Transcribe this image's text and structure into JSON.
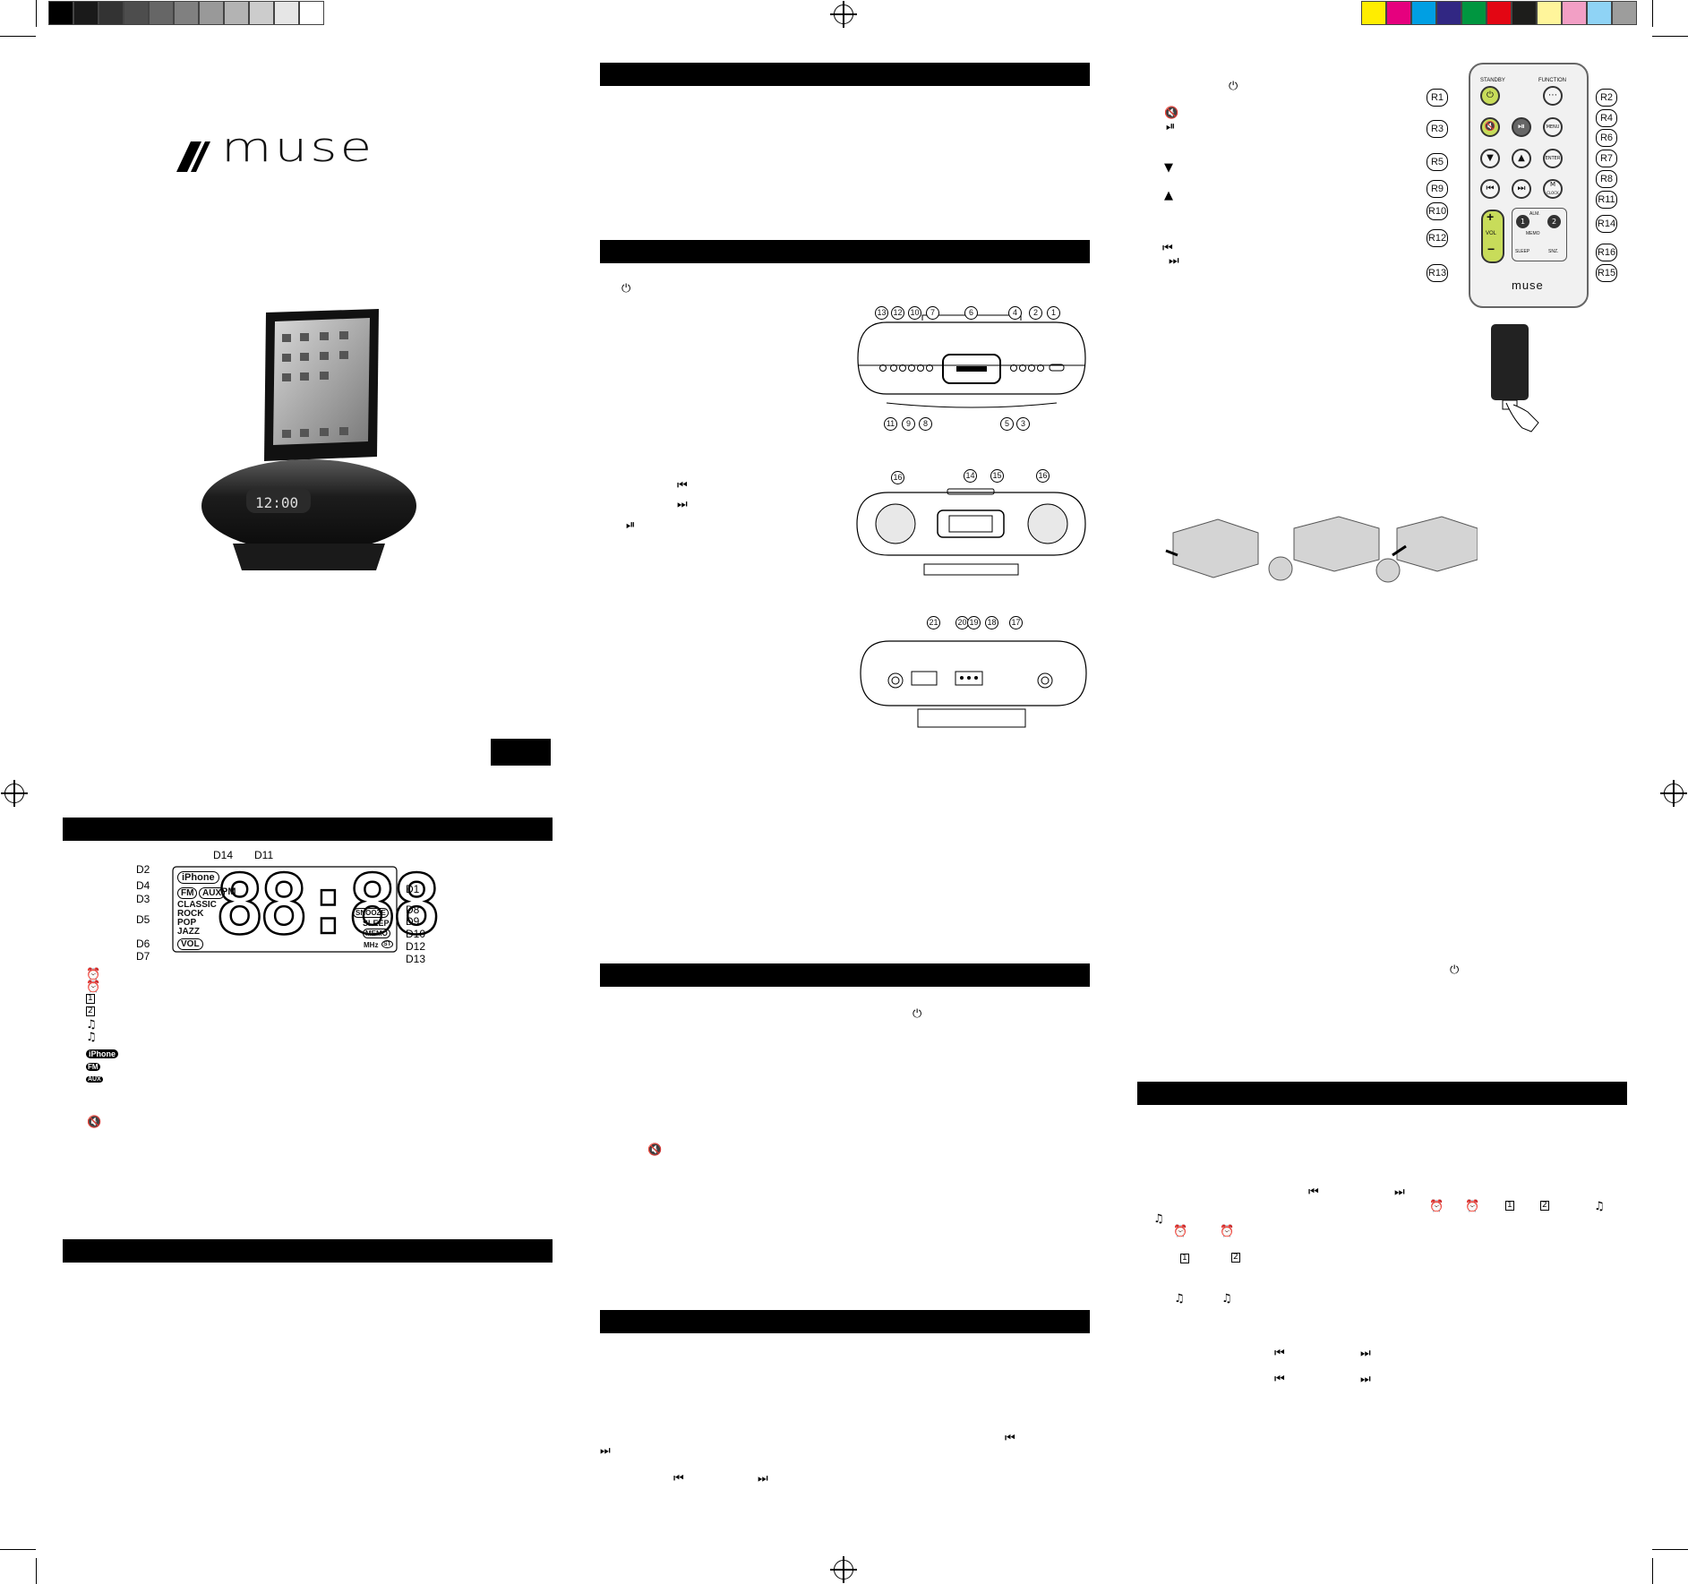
{
  "brand": {
    "logo_text": "muse"
  },
  "color_bars": {
    "gray": [
      "#000000",
      "#1a1a1a",
      "#333333",
      "#4d4d4d",
      "#666666",
      "#808080",
      "#999999",
      "#b3b3b3",
      "#cccccc",
      "#e6e6e6",
      "#ffffff"
    ],
    "cmyk": [
      "#ffed00",
      "#e6007e",
      "#009fe3",
      "#312783",
      "#009640",
      "#e30613",
      "#1d1d1b",
      "#fff59b",
      "#f29fc5",
      "#8fd3f5",
      "#9d9d9c"
    ]
  },
  "lcd": {
    "digits": "88:88",
    "pm": "PM",
    "labels": {
      "iphone": "iPhone",
      "fm": "FM",
      "aux": "AUX",
      "classic": "CLASSIC",
      "rock": "ROCK",
      "pop": "POP",
      "jazz": "JAZZ",
      "vol": "VOL",
      "snooze": "SNOOZE",
      "sleep": "SLEEP",
      "memo": "MEMO",
      "mhz": "MHz",
      "st": "ST"
    },
    "callouts": {
      "d1": "D1",
      "d2": "D2",
      "d3": "D3",
      "d4": "D4",
      "d5": "D5",
      "d6": "D6",
      "d7": "D7",
      "d8": "D8",
      "d9": "D9",
      "d10": "D10",
      "d11": "D11",
      "d12": "D12",
      "d13": "D13",
      "d14": "D14"
    }
  },
  "legend_icons": {
    "iphone": "iPhone",
    "fm": "FM",
    "aux": "AUX"
  },
  "unit_callouts": {
    "top": [
      "13",
      "12",
      "10",
      "7",
      "6",
      "4",
      "2",
      "1"
    ],
    "top_bottom": [
      "11",
      "9",
      "8",
      "5",
      "3"
    ],
    "front": [
      "16",
      "14",
      "15",
      "16"
    ],
    "back": [
      "21",
      "20",
      "19",
      "18",
      "17"
    ]
  },
  "remote": {
    "standby": "STANDBY",
    "function": "FUNCTION",
    "menu": "MENU",
    "enter": "ENTER",
    "m_clock": "M",
    "clock": "CLOCK",
    "vol": "VOL",
    "alm": "ALM.",
    "memo": "MEMO",
    "sleep": "SLEEP",
    "snz": "SNZ.",
    "logo": "muse",
    "callouts": [
      "R1",
      "R2",
      "R3",
      "R4",
      "R5",
      "R6",
      "R7",
      "R8",
      "R9",
      "R10",
      "R11",
      "R12",
      "R13",
      "R14",
      "R15",
      "R16"
    ]
  },
  "icons": [
    "power-icon",
    "mute-icon",
    "play-pause-icon",
    "prev-icon",
    "next-icon",
    "down-arrow-icon",
    "up-arrow-icon",
    "alarm1-icon",
    "alarm2-icon",
    "registration-mark-icon"
  ]
}
